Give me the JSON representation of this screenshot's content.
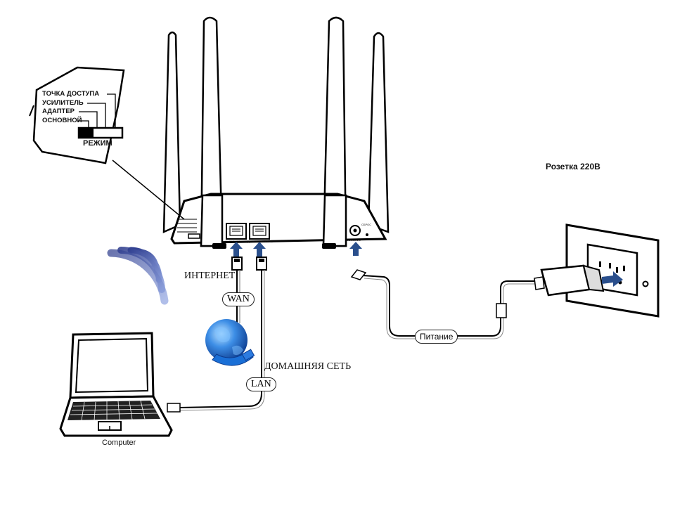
{
  "mode_panel": {
    "options": [
      "ТОЧКА ДОСТУПА",
      "УСИЛИТЕЛЬ",
      "АДАПТЕР",
      "ОСНОВНОЙ"
    ],
    "switch_label": "РЕЖИМ"
  },
  "router": {
    "port_internet": "ИНТЕРНЕТ",
    "port_home": "ДОМАШНЯЯ СЕТЬ",
    "port_power": "ПИТАНИЕ",
    "port_reset": "СБРОС"
  },
  "labels": {
    "internet": "ИНТЕРНЕТ",
    "wan": "WAN",
    "home_network": "ДОМАШНЯЯ СЕТЬ",
    "lan": "LAN",
    "power": "Питание",
    "socket": "Розетка 220В",
    "computer": "Computer"
  },
  "colors": {
    "arrow": "#2a4f8c",
    "wifi": "#3a4fa0",
    "globe": "#1f63c8"
  }
}
